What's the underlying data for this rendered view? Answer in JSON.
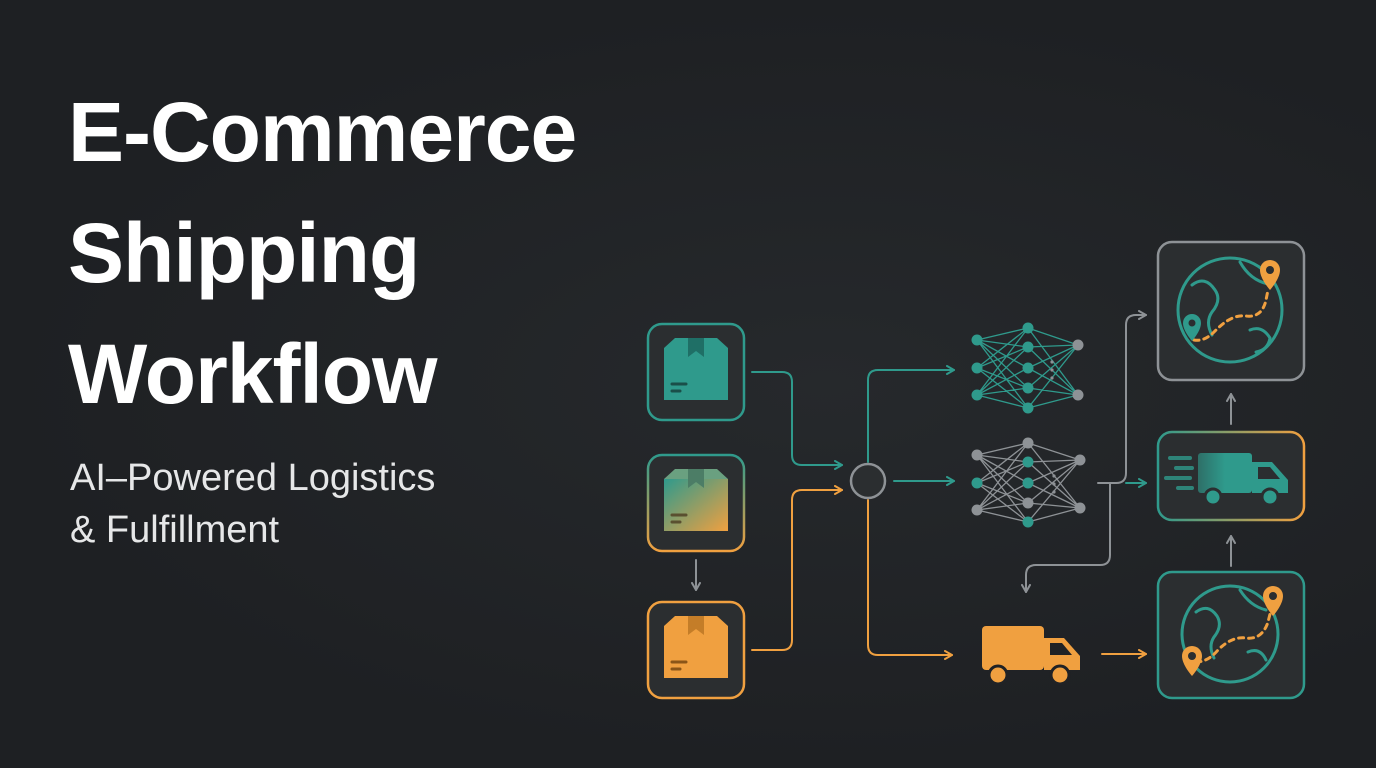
{
  "title": {
    "line1": "E-Commerce",
    "line2": "Shipping",
    "line3": "Workflow"
  },
  "subtitle": {
    "line1": "AI–Powered Logistics",
    "line2": "& Fulfillment"
  },
  "colors": {
    "background": "#202225",
    "teal": "#2f9a8c",
    "orange": "#f0a040",
    "gray": "#8e9296",
    "node_fill": "#2b2e30"
  },
  "diagram": {
    "nodes": [
      {
        "id": "package-teal",
        "icon": "package-icon"
      },
      {
        "id": "package-gradient",
        "icon": "package-icon"
      },
      {
        "id": "package-orange",
        "icon": "package-icon"
      },
      {
        "id": "merge-hub",
        "icon": "circle-node"
      },
      {
        "id": "neural-net-teal",
        "icon": "neural-network-icon"
      },
      {
        "id": "neural-net-gray",
        "icon": "neural-network-icon"
      },
      {
        "id": "delivery-truck-orange",
        "icon": "truck-icon"
      },
      {
        "id": "globe-route-top",
        "icon": "globe-route-icon"
      },
      {
        "id": "fast-truck",
        "icon": "fast-truck-icon"
      },
      {
        "id": "globe-route-bottom",
        "icon": "globe-route-icon"
      }
    ]
  }
}
